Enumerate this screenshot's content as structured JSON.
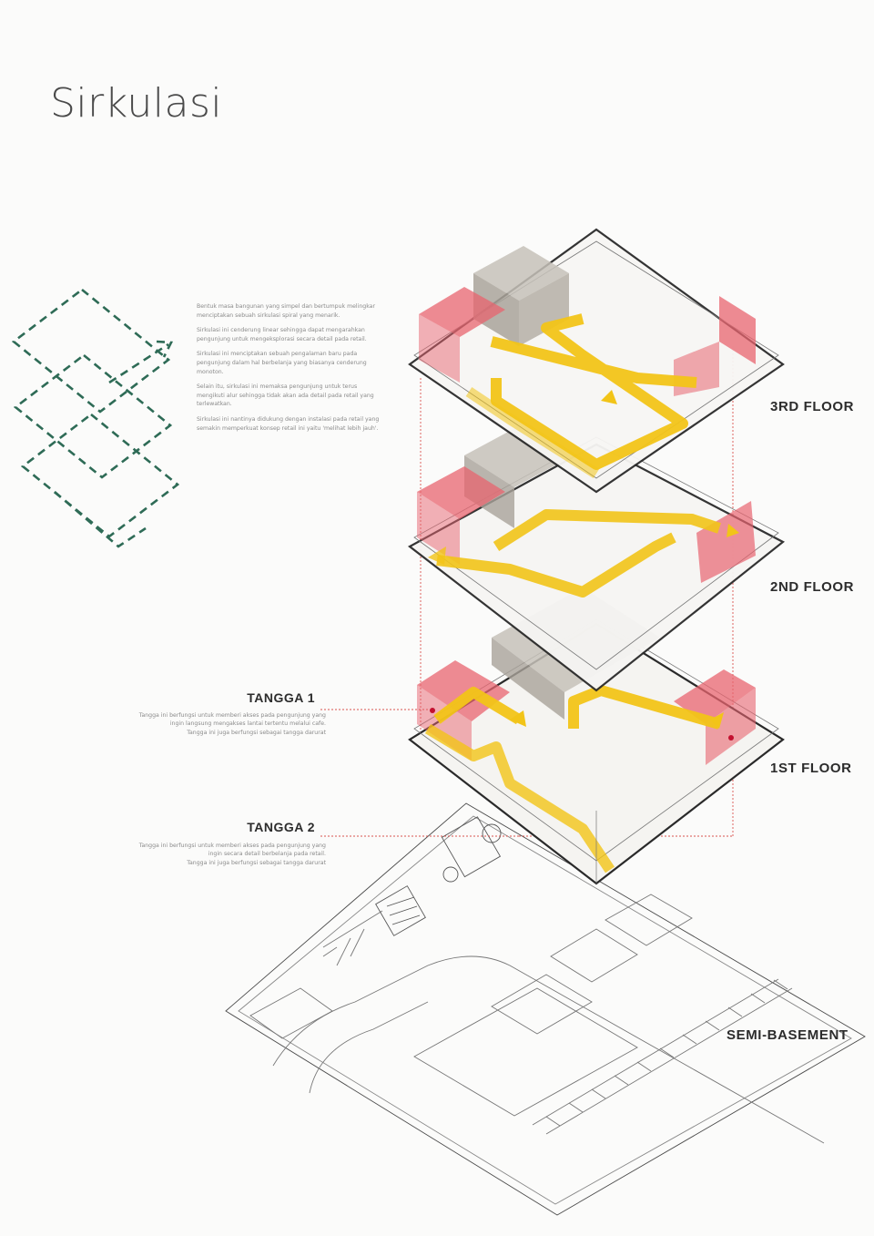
{
  "title": "Sirkulasi",
  "concept_paragraphs": [
    "Bentuk masa bangunan yang simpel dan bertumpuk melingkar menciptakan sebuah sirkulasi spiral yang menarik.",
    "Sirkulasi ini cenderung linear sehingga dapat mengarahkan pengunjung untuk mengeksplorasi secara detail pada retail.",
    "Sirkulasi ini menciptakan sebuah pengalaman baru pada pengunjung dalam hal berbelanja yang biasanya cenderung monoton.",
    "Selain itu, sirkulasi ini memaksa pengunjung untuk terus mengikuti alur sehingga tidak akan ada detail pada retail yang terlewatkan.",
    "Sirkulasi ini nantinya didukung dengan instalasi pada retail yang semakin memperkuat konsep retail ini yaitu 'melihat lebih jauh'."
  ],
  "floors": {
    "third": "3RD FLOOR",
    "second": "2ND FLOOR",
    "first": "1ST FLOOR",
    "semi_basement": "SEMI-BASEMENT"
  },
  "tangga1": {
    "title": "TANGGA 1",
    "lines": [
      "Tangga ini berfungsi untuk memberi akses pada pengunjung yang",
      "ingin langsung mengakses lantai tertentu melalui cafe.",
      "Tangga ini juga berfungsi sebagai tangga darurat"
    ]
  },
  "tangga2": {
    "title": "TANGGA 2",
    "lines": [
      "Tangga ini berfungsi untuk memberi akses pada pengunjung yang",
      "ingin secara detail berbelanja pada retail.",
      "Tangga ini juga berfungsi sebagai tangga darurat"
    ]
  },
  "colors": {
    "stair_red": "#e8646f",
    "circulation_yellow": "#f2c418",
    "concept_green": "#2e6b56",
    "mass_gray": "#bdb8b0",
    "line": "#3a3a3a"
  }
}
